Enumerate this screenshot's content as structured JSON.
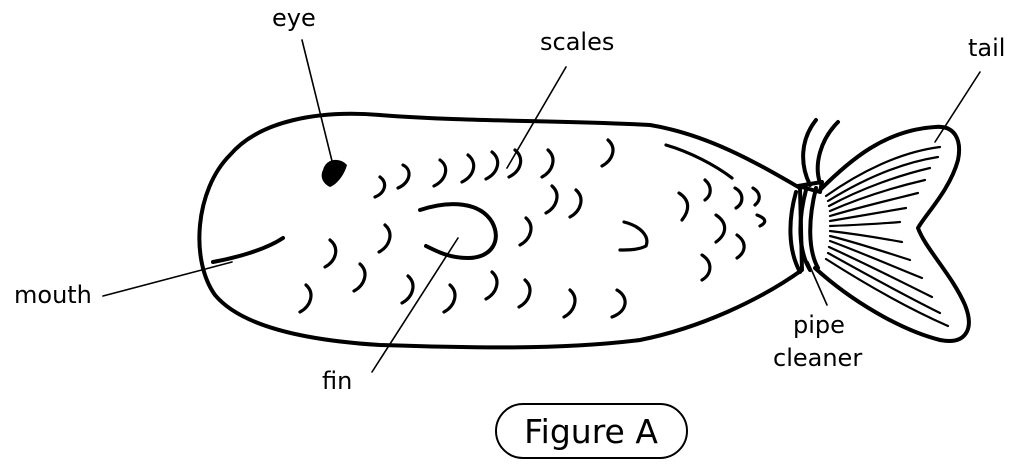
{
  "labels": {
    "eye": "eye",
    "scales": "scales",
    "tail": "tail",
    "mouth": "mouth",
    "fin": "fin",
    "pipe_cleaner_line1": "pipe",
    "pipe_cleaner_line2": "cleaner"
  },
  "caption": "Figure A",
  "colors": {
    "ink": "#000000",
    "background": "#ffffff"
  }
}
